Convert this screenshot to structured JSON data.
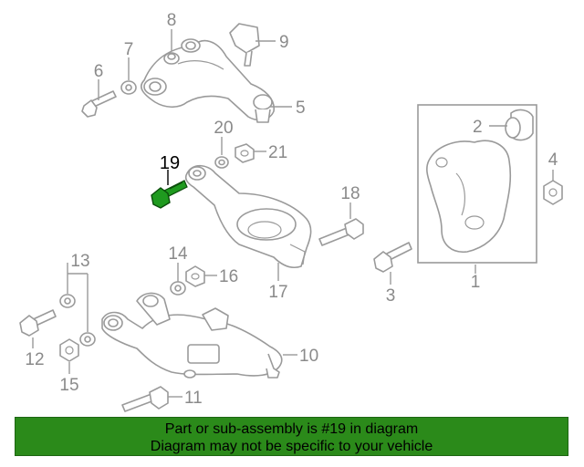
{
  "diagram": {
    "labels": {
      "p1": "1",
      "p2": "2",
      "p3": "3",
      "p4": "4",
      "p5": "5",
      "p6": "6",
      "p7": "7",
      "p8": "8",
      "p9": "9",
      "p10": "10",
      "p11": "11",
      "p12": "12",
      "p13": "13",
      "p14": "14",
      "p15": "15",
      "p16": "16",
      "p17": "17",
      "p18": "18",
      "p19": "19",
      "p20": "20",
      "p21": "21"
    },
    "highlighted_part": "19",
    "highlight_color": "#1f9a1f"
  },
  "banner": {
    "line1": "Part or sub-assembly is #19 in diagram",
    "line2": "Diagram may not be specific to your vehicle",
    "background": "#2b8a1a"
  }
}
